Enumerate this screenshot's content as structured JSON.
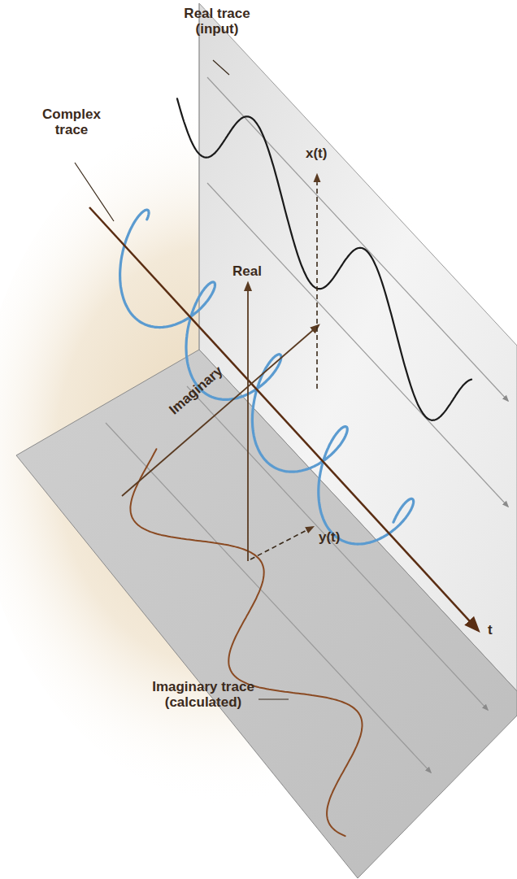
{
  "diagram": {
    "labels": [
      "Complex trace",
      "Real trace (input)",
      "x(t)",
      "Real",
      "Imaginary",
      "y(t)",
      "t",
      "Imaginary trace (calculated)"
    ]
  }
}
